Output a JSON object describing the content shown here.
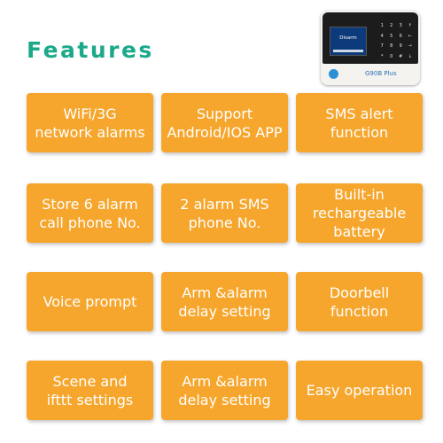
{
  "header": {
    "title": "Features"
  },
  "device": {
    "screen_text": "Disarm",
    "model": "G90B Plus",
    "keys": [
      "1",
      "2",
      "3",
      "↑",
      "4",
      "5",
      "6",
      "←",
      "7",
      "8",
      "9",
      "→",
      "*",
      "0",
      "#",
      "↓"
    ]
  },
  "features": [
    "WiFi/3G\nnetwork alarms",
    "Support\nAndroid/IOS APP",
    "SMS alert\nfunction",
    "Store 6 alarm\ncall phone No.",
    "2 alarm SMS\nphone No.",
    "Built-in\nrechargeable\nbattery",
    "Voice prompt",
    "Arm &alarm\ndelay setting",
    "Doorbell\nfunction",
    "Scene and\nifttt settings",
    "Arm &alarm\ndelay setting",
    "Easy operation"
  ],
  "colors": {
    "title": "#1ba98a",
    "card_bg": "#f6a62c",
    "card_text": "#ffffff"
  }
}
